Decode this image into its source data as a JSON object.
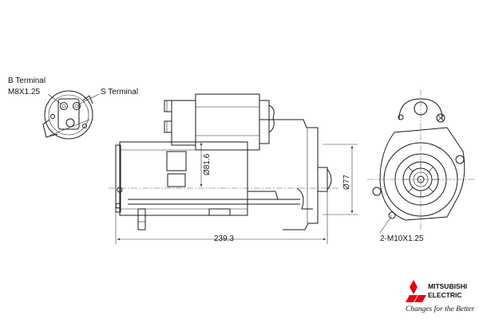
{
  "labels": {
    "b_terminal": "B Terminal",
    "b_thread": "M8X1.25",
    "s_terminal": "S Terminal",
    "length": "239.3",
    "diameter_body": "Ø81.6",
    "diameter_pilot": "Ø77",
    "mount_bolts": "2-M10X1.25"
  },
  "brand": {
    "name_line1": "MITSUBISHI",
    "name_line2": "ELECTRIC",
    "tagline": "Changes for the Better",
    "logo_color": "#e60012"
  }
}
